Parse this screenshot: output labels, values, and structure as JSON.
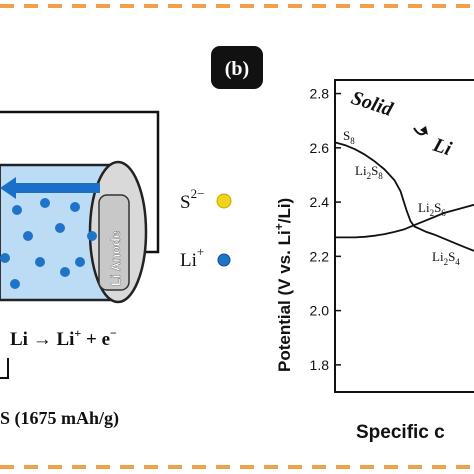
{
  "panel_label": "(b)",
  "legend": {
    "sulfide_symbol": "S",
    "sulfide_charge": "2−",
    "lithium_symbol": "Li",
    "lithium_charge": "+",
    "sulfide_color": "#f2d21a",
    "lithium_color": "#1f74c8"
  },
  "cell": {
    "anode_label": "Li Anode",
    "reaction": {
      "left": "Li → Li",
      "sup1": "+",
      "mid": " + e",
      "sup2": "−"
    },
    "capacity_text": "S (1675 mAh/g)",
    "electrolyte_color": "#bcdcf5",
    "arrow_color": "#1a6fc9"
  },
  "chart_data": {
    "type": "line",
    "xlabel": "Specific c",
    "ylabel_parts": {
      "pre": "Potential (V vs. Li",
      "sup": "+",
      "post": "/Li)"
    },
    "ylim": [
      1.7,
      2.85
    ],
    "yticks": [
      "2.8",
      "2.6",
      "2.4",
      "2.2",
      "2.0",
      "1.8"
    ],
    "annotation_phase": "Solid",
    "annotation_phase_next": "Li",
    "species_labels": [
      {
        "main": "S",
        "sub": "8",
        "tail": ""
      },
      {
        "main": "Li",
        "sub": "2",
        "tail": "S",
        "sub2": "8"
      },
      {
        "main": "Li",
        "sub": "2",
        "tail": "S",
        "sub2": "6"
      },
      {
        "main": "Li",
        "sub": "2",
        "tail": "S",
        "sub2": "4"
      }
    ],
    "series": [
      {
        "role": "discharge",
        "x": [
          0,
          0.05,
          0.1,
          0.15,
          0.2,
          0.25,
          0.3,
          0.33,
          0.36,
          0.38,
          0.4,
          0.43,
          0.46,
          0.5,
          0.55,
          0.6,
          0.65,
          0.7
        ],
        "y": [
          2.62,
          2.61,
          2.595,
          2.575,
          2.55,
          2.52,
          2.48,
          2.44,
          2.37,
          2.33,
          2.31,
          2.3,
          2.29,
          2.28,
          2.265,
          2.25,
          2.235,
          2.22
        ]
      },
      {
        "role": "charge",
        "x": [
          0,
          0.05,
          0.1,
          0.15,
          0.2,
          0.25,
          0.3,
          0.35,
          0.4,
          0.45,
          0.5,
          0.55,
          0.6,
          0.65,
          0.7
        ],
        "y": [
          2.27,
          2.27,
          2.27,
          2.272,
          2.276,
          2.282,
          2.29,
          2.3,
          2.315,
          2.33,
          2.345,
          2.36,
          2.37,
          2.38,
          2.39
        ]
      }
    ]
  },
  "border_color": "#f0a04b"
}
